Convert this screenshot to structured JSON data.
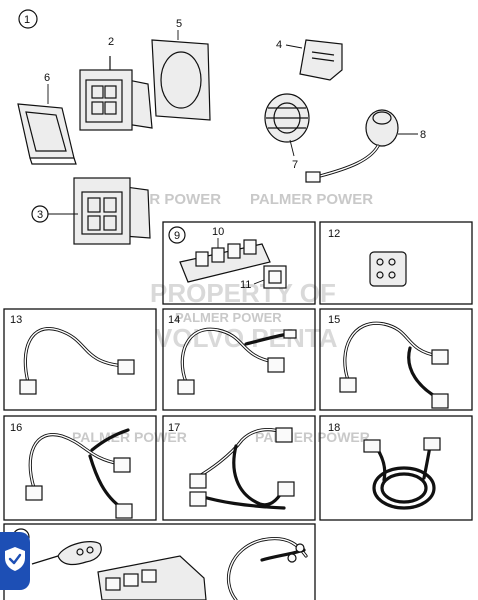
{
  "labels": {
    "l1": "1",
    "l2": "2",
    "l3": "3",
    "l4": "4",
    "l5": "5",
    "l6": "6",
    "l7": "7",
    "l8": "8",
    "l9": "9",
    "l10": "10",
    "l11": "11",
    "l12": "12",
    "l13": "13",
    "l14": "14",
    "l15": "15",
    "l16": "16",
    "l17": "17",
    "l18": "18",
    "l19": "19"
  },
  "watermarks": {
    "w1": "PALMER POWER",
    "w2": "PALMER POWER",
    "w3": "PROPERTY OF",
    "w4": "PALMER POWER",
    "w5": "VOLVO PENTA",
    "w6": "PALMER POWER",
    "w7": "PALMER POWER"
  },
  "badge": {
    "icon": "shield-check-icon",
    "color": "#1d4fb5"
  }
}
